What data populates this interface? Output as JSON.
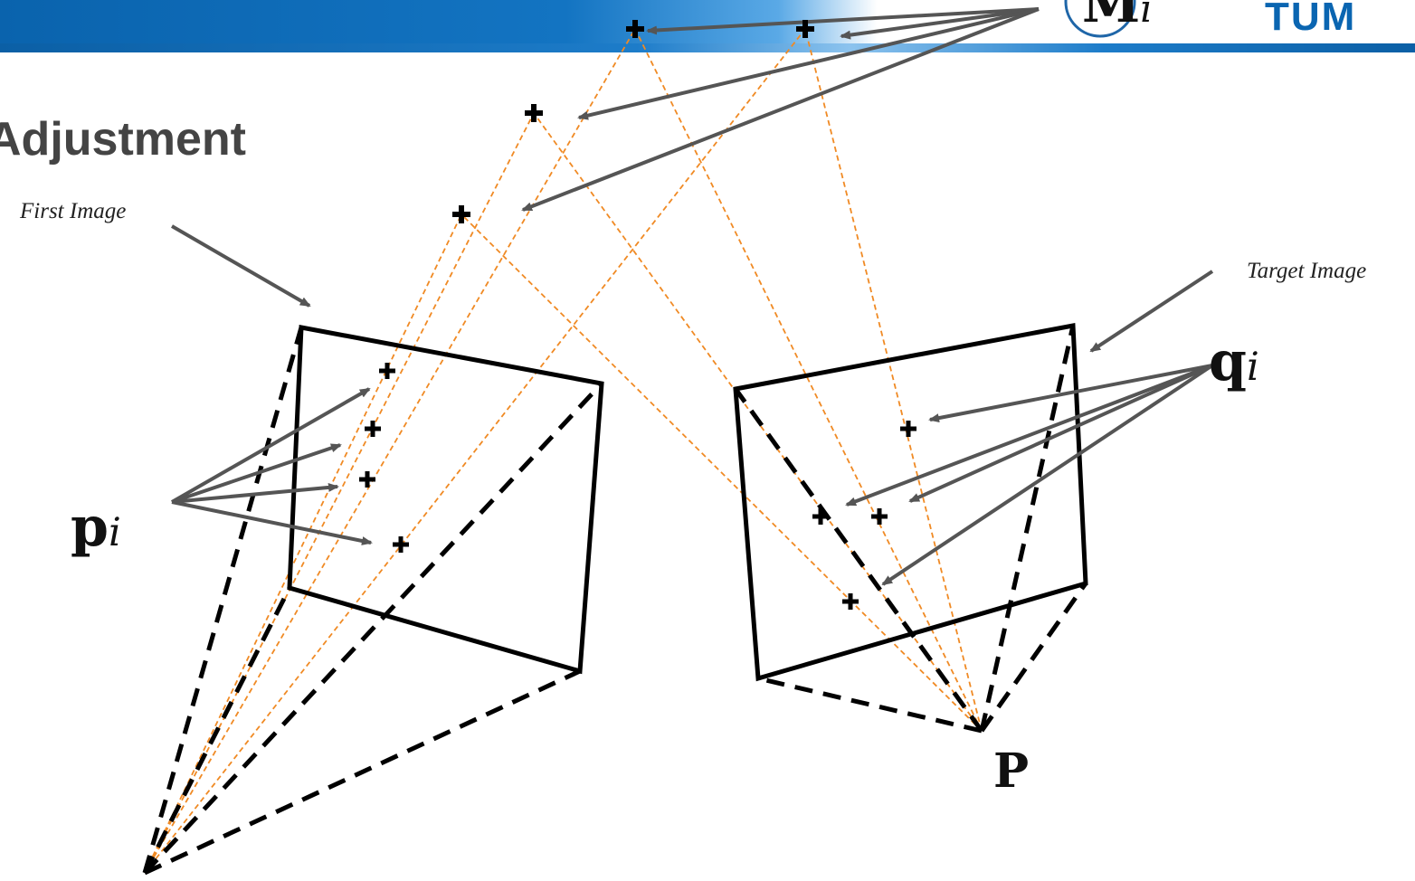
{
  "header": {
    "title": "Adjustment",
    "logo_text": "TUM"
  },
  "diagram": {
    "first_image_label": "First Image",
    "target_image_label": "Target Image",
    "p_label_main": "p",
    "p_label_sub": "i",
    "q_label_main": "q",
    "q_label_sub": "i",
    "P_label": "P",
    "M_label_main": "M",
    "M_label_sub": "i",
    "colors": {
      "camera_frame": "#000000",
      "ray": "#f08a24",
      "arrow": "#555555",
      "header_blue": "#0a63ad"
    }
  }
}
